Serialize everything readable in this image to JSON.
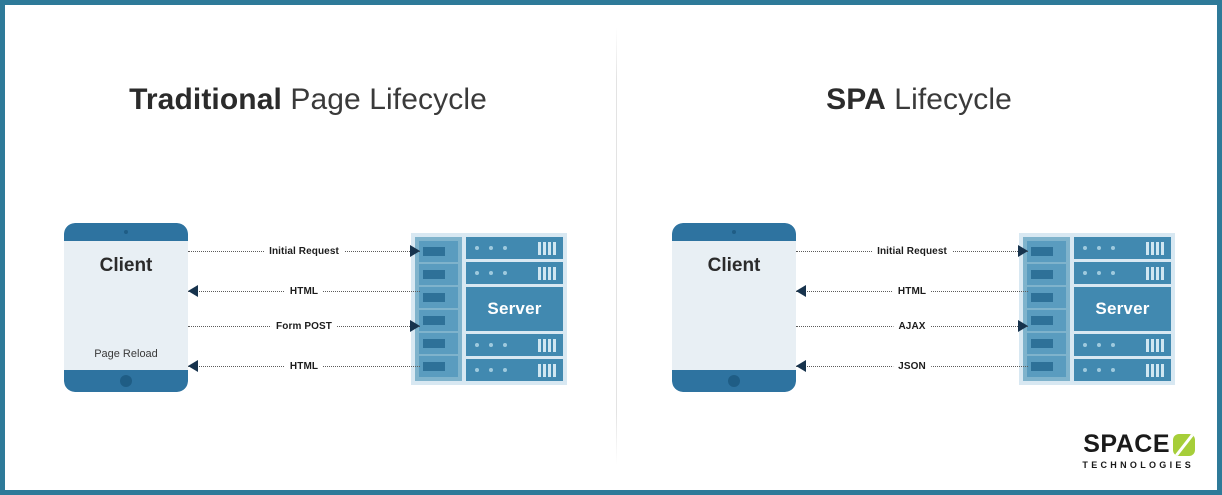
{
  "theme": {
    "border_color": "#2E7A99",
    "device_blue": "#2E73A0",
    "screen_bg": "#E8EFF4",
    "server_blue": "#4189B0",
    "rack_frame": "#D8E8F2",
    "logo_green": "#A6CE39",
    "background": "#ffffff"
  },
  "panels": [
    {
      "title_strong": "Traditional",
      "title_rest": " Page Lifecycle",
      "client": {
        "label": "Client",
        "sub_label": "Page Reload"
      },
      "server": {
        "label": "Server"
      },
      "flows": [
        {
          "label": "Initial Request",
          "direction": "to-right"
        },
        {
          "label": "HTML",
          "direction": "to-left"
        },
        {
          "label": "Form POST",
          "direction": "to-right"
        },
        {
          "label": "HTML",
          "direction": "to-left"
        }
      ]
    },
    {
      "title_strong": "SPA",
      "title_rest": " Lifecycle",
      "client": {
        "label": "Client",
        "sub_label": ""
      },
      "server": {
        "label": "Server"
      },
      "flows": [
        {
          "label": "Initial Request",
          "direction": "to-right"
        },
        {
          "label": "HTML",
          "direction": "to-left"
        },
        {
          "label": "AJAX",
          "direction": "to-right"
        },
        {
          "label": "JSON",
          "direction": "to-left"
        }
      ]
    }
  ],
  "logo": {
    "word": "SPACE",
    "mark": "slashed-circle-icon",
    "subtitle": "TECHNOLOGIES"
  }
}
